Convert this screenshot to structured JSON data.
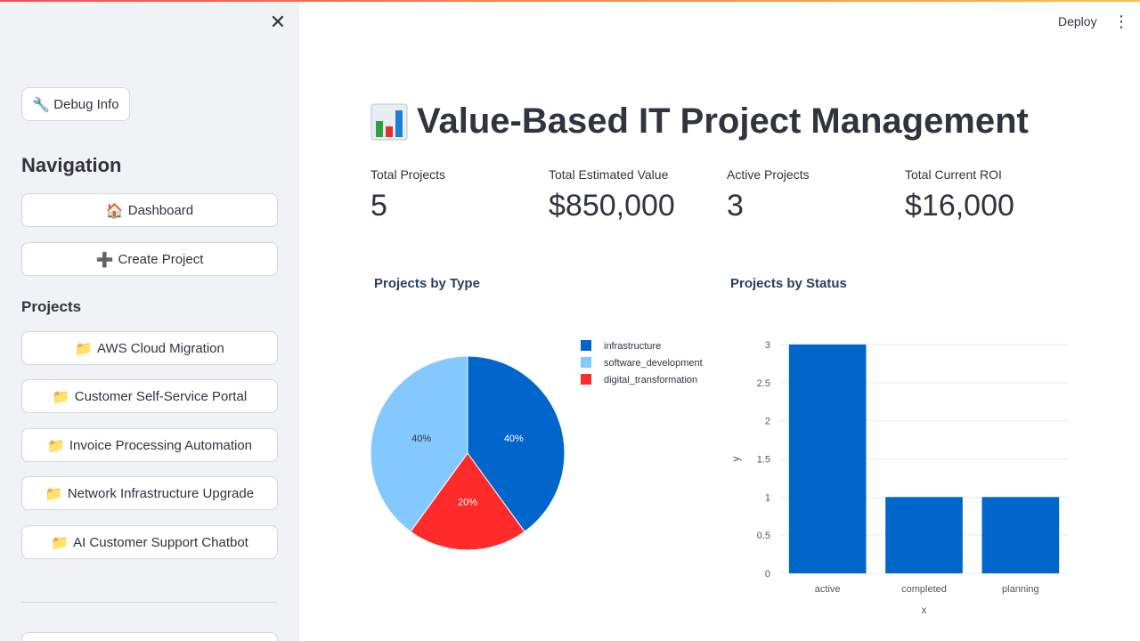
{
  "sidebar": {
    "close_icon": "close-icon",
    "debug_label": "Debug Info",
    "debug_icon": "🔧",
    "navigation_heading": "Navigation",
    "nav_items": [
      {
        "icon": "🏠",
        "label": "Dashboard"
      },
      {
        "icon": "➕",
        "label": "Create Project"
      }
    ],
    "projects_heading": "Projects",
    "project_items": [
      {
        "icon": "📁",
        "label": "AWS Cloud Migration"
      },
      {
        "icon": "📁",
        "label": "Customer Self-Service Portal"
      },
      {
        "icon": "📁",
        "label": "Invoice Processing Automation"
      },
      {
        "icon": "📁",
        "label": "Network Infrastructure Upgrade"
      },
      {
        "icon": "📁",
        "label": "AI Customer Support Chatbot"
      }
    ]
  },
  "header": {
    "deploy_label": "Deploy",
    "menu_icon": "vertical-dots-icon"
  },
  "main": {
    "title": "Value-Based IT Project Management",
    "title_icon": "bar-chart-icon",
    "metrics": [
      {
        "label": "Total Projects",
        "value": "5"
      },
      {
        "label": "Total Estimated Value",
        "value": "$850,000"
      },
      {
        "label": "Active Projects",
        "value": "3"
      },
      {
        "label": "Total Current ROI",
        "value": "$16,000"
      }
    ]
  },
  "colors": {
    "accent_red": "#ff4b4b",
    "series_blue": "#0066cc",
    "light_blue": "#83c9ff",
    "red": "#ff2b2b"
  },
  "chart_data": [
    {
      "type": "pie",
      "title": "Projects by Type",
      "categories": [
        "infrastructure",
        "software_development",
        "digital_transformation"
      ],
      "values": [
        2,
        2,
        1
      ],
      "labels": [
        "40%",
        "40%",
        "20%"
      ],
      "colors": [
        "#0066cc",
        "#83c9ff",
        "#ff2b2b"
      ],
      "legend": "top-right"
    },
    {
      "type": "bar",
      "title": "Projects by Status",
      "categories": [
        "active",
        "completed",
        "planning"
      ],
      "values": [
        3,
        1,
        1
      ],
      "xlabel": "x",
      "ylabel": "y",
      "ylim": [
        0,
        3
      ],
      "yticks": [
        "0",
        "0.5",
        "1",
        "1.5",
        "2",
        "2.5",
        "3"
      ],
      "grid": true,
      "color": "#0066cc"
    }
  ]
}
